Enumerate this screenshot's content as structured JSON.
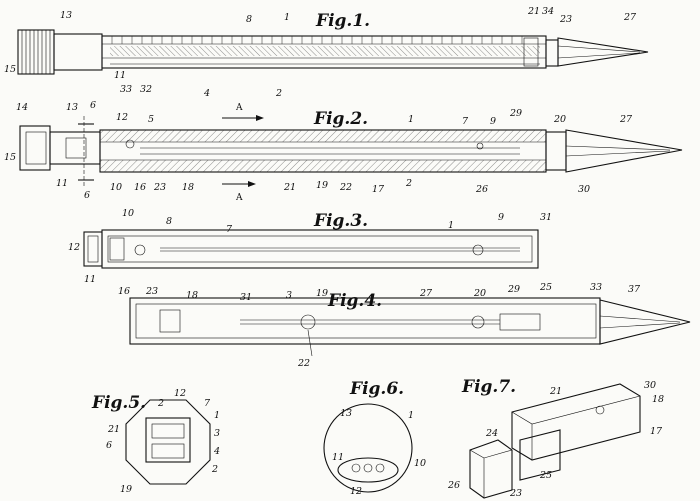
{
  "figures": {
    "fig1": "Fig.1.",
    "fig2": "Fig.2.",
    "fig3": "Fig.3.",
    "fig4": "Fig.4.",
    "fig5": "Fig.5.",
    "fig6": "Fig.6.",
    "fig7": "Fig.7."
  },
  "labels": {
    "fig1": [
      "13",
      "8",
      "1",
      "21",
      "34",
      "23",
      "27",
      "15",
      "11",
      "33",
      "32",
      "4",
      "2"
    ],
    "fig2": [
      "14",
      "13",
      "6",
      "12",
      "5",
      "1",
      "7",
      "9",
      "29",
      "20",
      "27",
      "15",
      "11",
      "6",
      "10",
      "16",
      "23",
      "18",
      "21",
      "19",
      "22",
      "17",
      "2",
      "26",
      "30"
    ],
    "fig2_arrows": [
      "A",
      "A"
    ],
    "fig3": [
      "10",
      "8",
      "7",
      "1",
      "9",
      "31",
      "12",
      "11"
    ],
    "fig4": [
      "16",
      "23",
      "18",
      "31",
      "3",
      "19",
      "27",
      "20",
      "29",
      "25",
      "33",
      "37",
      "22"
    ],
    "fig5": [
      "12",
      "2",
      "7",
      "21",
      "1",
      "6",
      "3",
      "4",
      "2",
      "19"
    ],
    "fig6": [
      "13",
      "1",
      "11",
      "10",
      "12"
    ],
    "fig7": [
      "21",
      "30",
      "18",
      "17",
      "24",
      "26",
      "25",
      "23"
    ]
  }
}
